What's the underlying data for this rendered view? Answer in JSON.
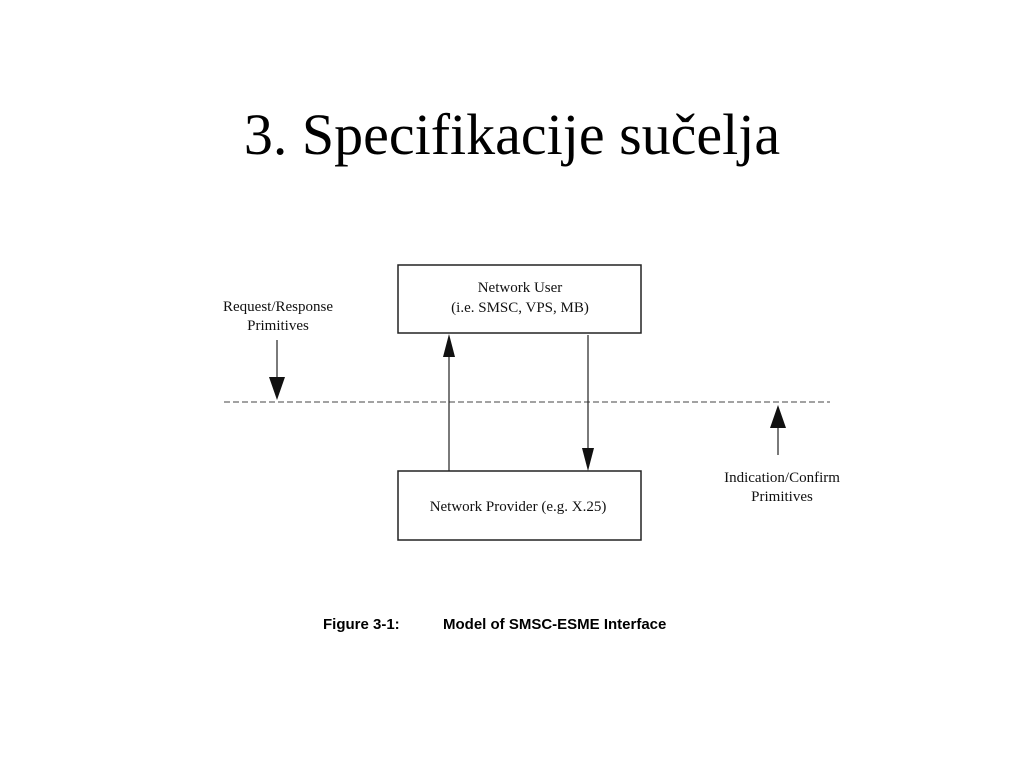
{
  "slide": {
    "title": "3. Specifikacije sučelja"
  },
  "diagram": {
    "network_user": {
      "line1": "Network User",
      "line2": "(i.e. SMSC, VPS, MB)"
    },
    "network_provider": {
      "label": "Network Provider (e.g. X.25)"
    },
    "request_response": {
      "line1": "Request/Response",
      "line2": "Primitives"
    },
    "indication_confirm": {
      "line1": "Indication/Confirm",
      "line2": "Primitives"
    },
    "caption": {
      "number": "Figure 3-1:",
      "text": "Model of SMSC-ESME Interface"
    }
  }
}
